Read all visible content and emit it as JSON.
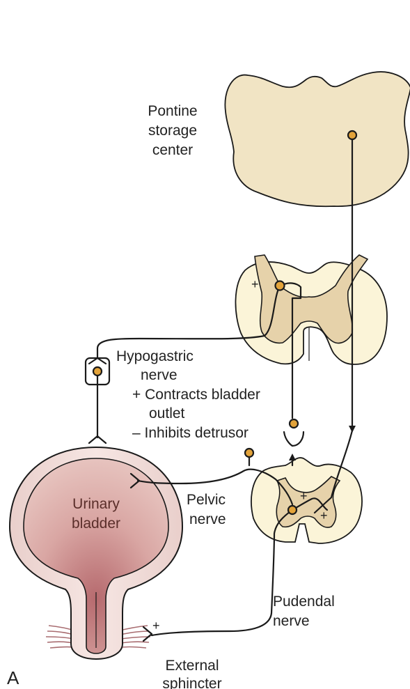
{
  "panel_letter": "A",
  "labels": {
    "pontine": [
      "Pontine",
      "storage",
      "center"
    ],
    "hypogastric": [
      "Hypogastric",
      "nerve"
    ],
    "effects": [
      "+ Contracts bladder",
      "outlet",
      "– Inhibits detrusor"
    ],
    "bladder": [
      "Urinary",
      "bladder"
    ],
    "pelvic": [
      "Pelvic",
      "nerve"
    ],
    "pudendal": [
      "Pudendal",
      "nerve"
    ],
    "sphincter": [
      "External",
      "sphincter"
    ]
  },
  "signs": {
    "thoracic_left": "+",
    "sacral_upper": "+",
    "sacral_lower": "+",
    "sphincter": "+"
  },
  "colors": {
    "pons_fill": "#f1e4c4",
    "cord_white_matter": "#fbf4d8",
    "cord_gray_matter": "#e6d2aa",
    "neuron_soma": "#e3a33a",
    "bladder_wall": "#efd9d6",
    "bladder_lumen": "#c98a8a",
    "sphincter_muscle": "#a86c70",
    "line": "#1a1a1a"
  }
}
